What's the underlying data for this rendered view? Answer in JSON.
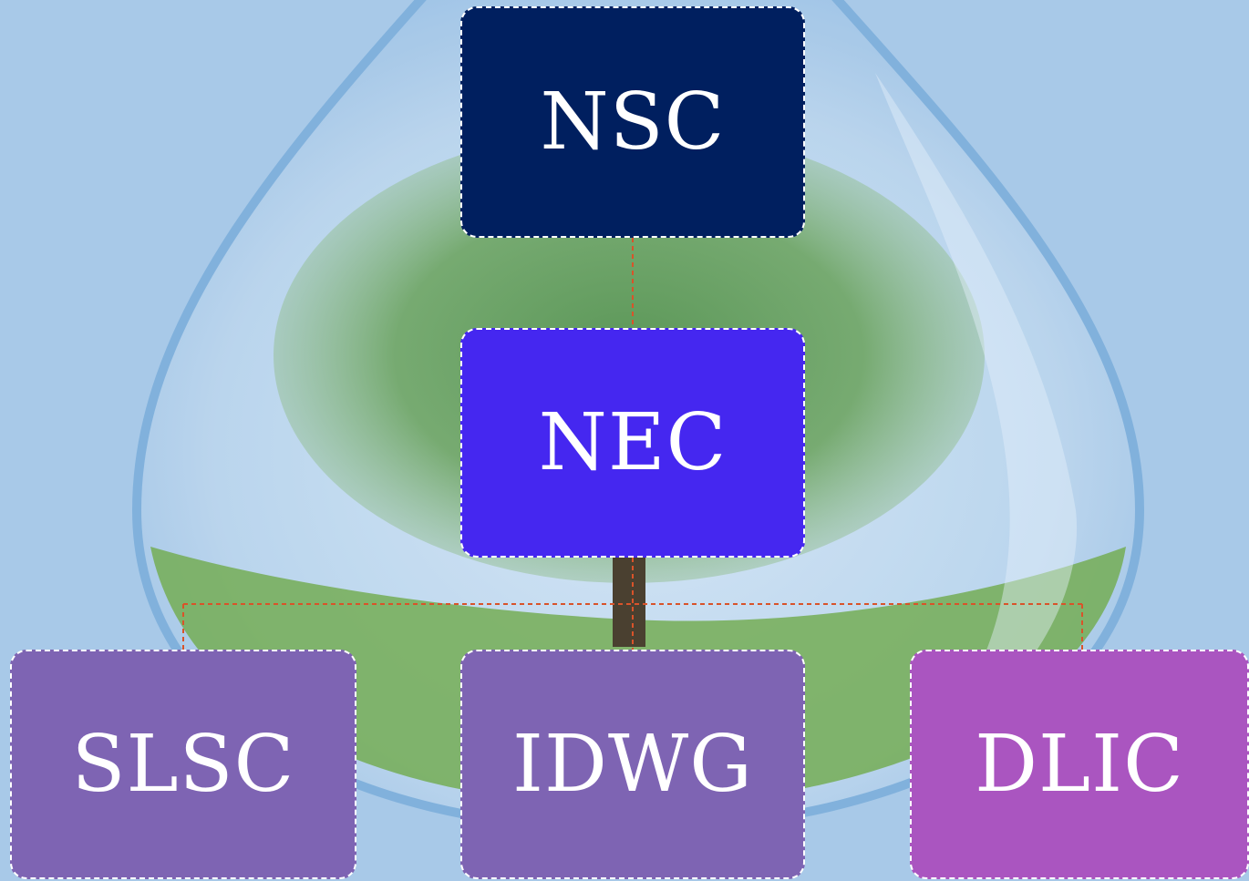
{
  "diagram": {
    "nodes": [
      {
        "id": "nsc",
        "label": "NSC",
        "color": "#001f5f"
      },
      {
        "id": "nec",
        "label": "NEC",
        "color": "#4527f0"
      },
      {
        "id": "slsc",
        "label": "SLSC",
        "color": "#7e64b3"
      },
      {
        "id": "idwg",
        "label": "IDWG",
        "color": "#7e64b3"
      },
      {
        "id": "dlic",
        "label": "DLIC",
        "color": "#aa55c0"
      }
    ],
    "edges": [
      {
        "from": "nsc",
        "to": "nec"
      },
      {
        "from": "nec",
        "to": "slsc"
      },
      {
        "from": "nec",
        "to": "idwg"
      },
      {
        "from": "nec",
        "to": "dlic"
      }
    ],
    "connector_color": "#d9532a",
    "background": {
      "type": "water-drop-with-tree",
      "sky_color": "#a8c9e8",
      "drop_color": "#c4dcf0",
      "foliage_color": "#5a9a52",
      "grass_color": "#6aa848",
      "trunk_color": "#4a4030"
    }
  }
}
